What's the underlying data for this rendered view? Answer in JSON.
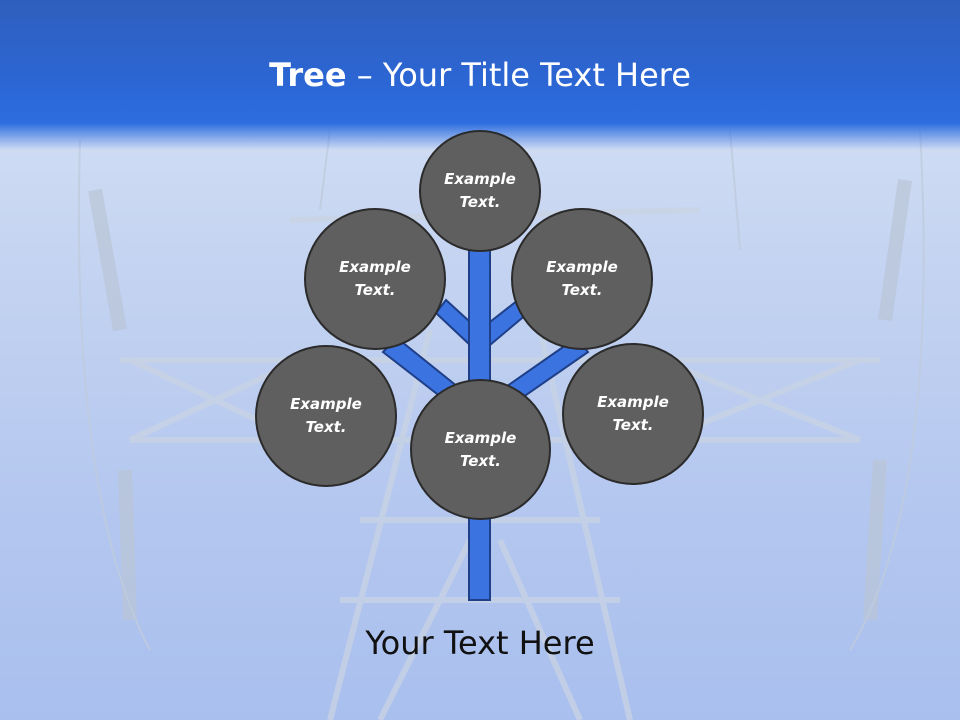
{
  "slide": {
    "title_bold": "Tree",
    "title_rest": " – Your Title Text Here",
    "caption": "Your Text Here"
  },
  "nodes": [
    {
      "id": "top",
      "text": "Example\nText."
    },
    {
      "id": "upper-left",
      "text": "Example\nText."
    },
    {
      "id": "upper-right",
      "text": "Example\nText."
    },
    {
      "id": "lower-left",
      "text": "Example\nText."
    },
    {
      "id": "lower-right",
      "text": "Example\nText."
    },
    {
      "id": "center",
      "text": "Example\nText."
    }
  ],
  "colors": {
    "header": "#2c66d4",
    "branch": "#3b74e0",
    "node_fill": "#5f5f5f",
    "node_border": "#2b2b2b"
  }
}
